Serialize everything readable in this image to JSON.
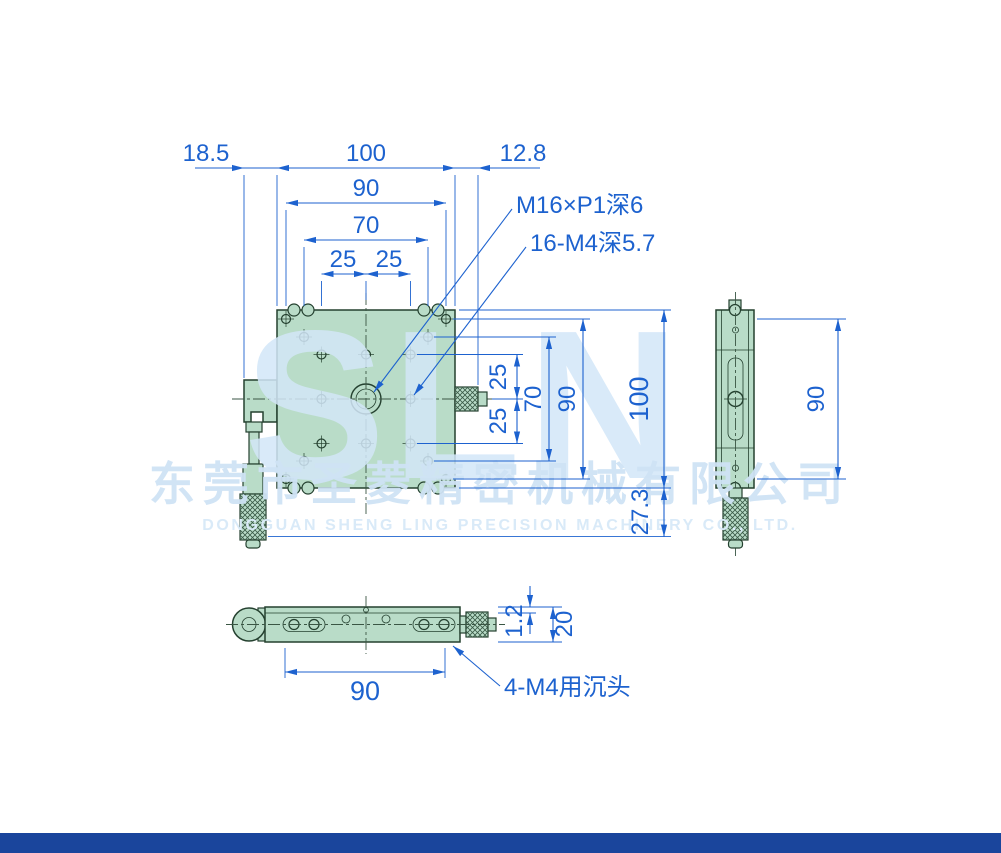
{
  "colors": {
    "dimension_blue": "#1d62cf",
    "body_green": "#b9dcc8",
    "outline": "#24402f",
    "watermark_blue": "#cfe3f5",
    "footer_blue": "#1a459c",
    "background": "#ffffff"
  },
  "watermark": {
    "letters": "SLN",
    "company_cn": "东莞市圣菱精密机械有限公司",
    "company_en": "DONGGUAN SHENG LING PRECISION MACHINERY CO., LTD."
  },
  "dims": {
    "top_18_5": "18.5",
    "top_100": "100",
    "top_12_8": "12.8",
    "top_90": "90",
    "top_70": "70",
    "top_25a": "25",
    "top_25b": "25",
    "right_25a": "25",
    "right_25b": "25",
    "right_70": "70",
    "right_90": "90",
    "right_100": "100",
    "right_27_3": "27.3",
    "side_90": "90",
    "bottom_1_2": "1.2",
    "bottom_20": "20",
    "bottom_90": "90"
  },
  "labels": {
    "center_hole": "M16×P1深6",
    "top_holes": "16-M4深5.7",
    "bottom_holes": "4-M4用沉头"
  }
}
